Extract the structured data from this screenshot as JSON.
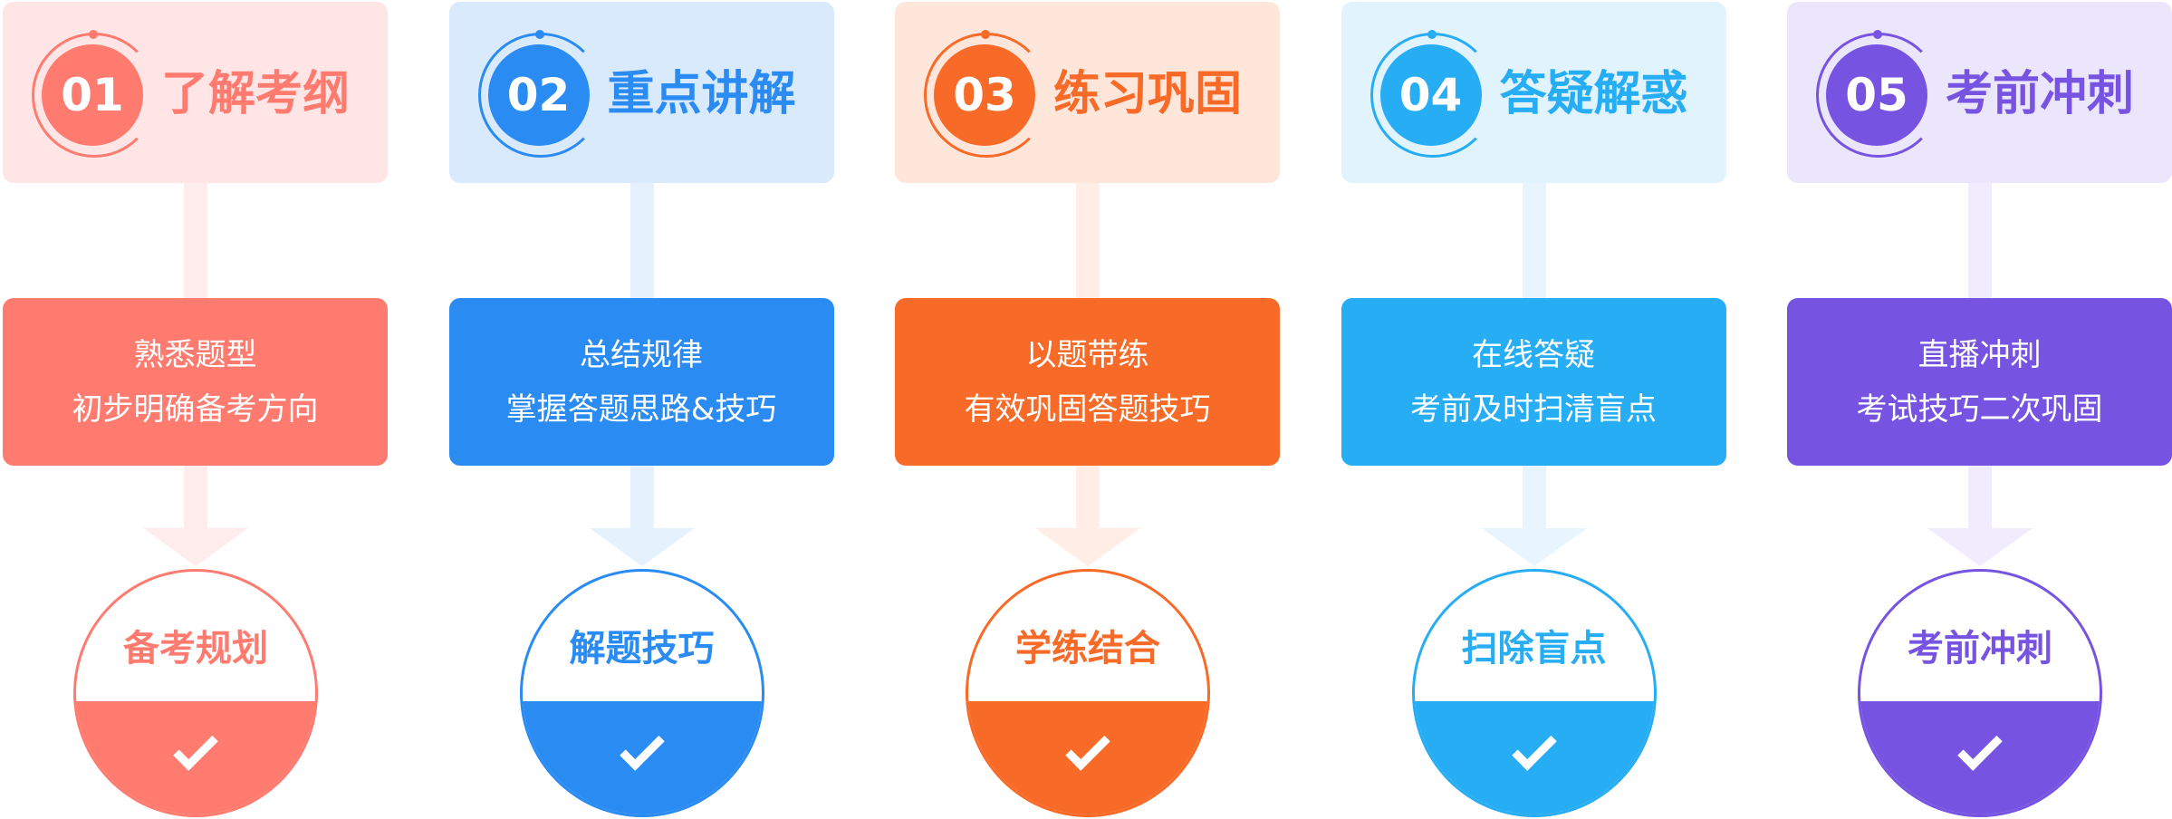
{
  "steps": [
    {
      "num": "01",
      "title": "了解考纲",
      "line1": "熟悉题型",
      "line2": "初步明确备考方向",
      "goal": "备考规划",
      "color": "#FF7B70",
      "light": "#FFE5E6",
      "pale": "#FFEDED"
    },
    {
      "num": "02",
      "title": "重点讲解",
      "line1": "总结规律",
      "line2": "掌握答题思路&技巧",
      "goal": "解题技巧",
      "color": "#2A8BF2",
      "light": "#D9EAFD",
      "pale": "#E6F1FE"
    },
    {
      "num": "03",
      "title": "练习巩固",
      "line1": "以题带练",
      "line2": "有效巩固答题技巧",
      "goal": "学练结合",
      "color": "#F86A27",
      "light": "#FFE6DB",
      "pale": "#FFEDE6"
    },
    {
      "num": "04",
      "title": "答疑解惑",
      "line1": "在线答疑",
      "line2": "考前及时扫清盲点",
      "goal": "扫除盲点",
      "color": "#26ADF3",
      "light": "#E1F3FD",
      "pale": "#E8F5FE"
    },
    {
      "num": "05",
      "title": "考前冲刺",
      "line1": "直播冲刺",
      "line2": "考试技巧二次巩固",
      "goal": "考前冲刺",
      "color": "#7654E1",
      "light": "#ECE6FD",
      "pale": "#F0ECFD"
    }
  ]
}
